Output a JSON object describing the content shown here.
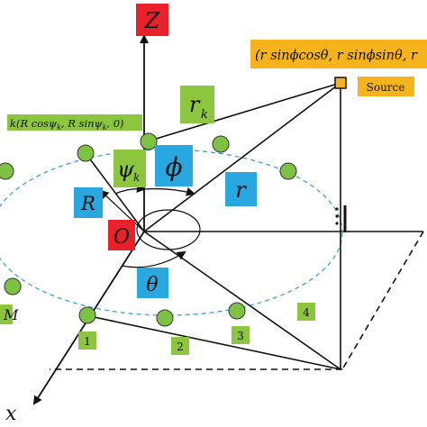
{
  "axes": {
    "z_label": "Z",
    "x_label": "x",
    "origin_label": "O"
  },
  "labels": {
    "r_k": "r",
    "r_k_sub": "k",
    "psi": "ψ",
    "psi_sub": "k",
    "phi": "ϕ",
    "r": "r",
    "R": "R",
    "theta": "θ",
    "element_coord": "k(R cosψ",
    "element_coord_sub": "k",
    "element_coord_mid": ", R sinψ",
    "element_coord_sub2": "k",
    "element_coord_end": ", 0)",
    "source_coord": "(r sinϕcosθ, r sinϕsinθ, r",
    "source_label": "Source",
    "element_1": "1",
    "element_2": "2",
    "element_3": "3",
    "element_4": "4",
    "element_M": "M"
  },
  "colors": {
    "z_box": "#e8222a",
    "origin_box": "#e8222a",
    "green_box": "#8cc63f",
    "blue_box": "#29a8e0",
    "yellow_box": "#f7b31b",
    "element_fill": "#7dc242",
    "ellipse_stroke": "#3aa0d8"
  }
}
